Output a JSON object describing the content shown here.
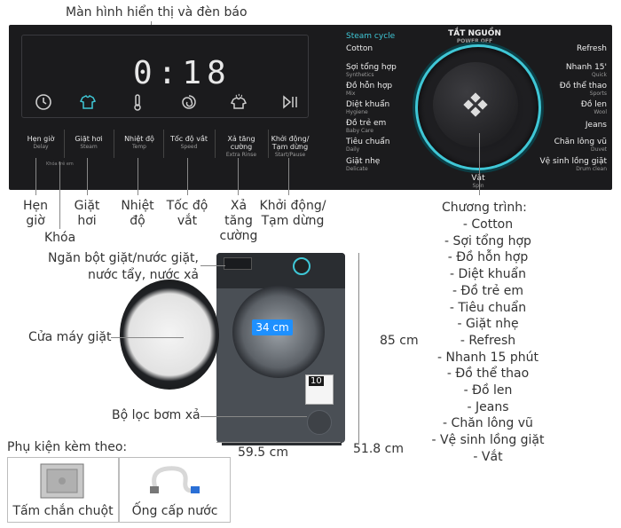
{
  "top_label": "Màn hình hiển thị và đèn báo",
  "display": {
    "time": "0:18"
  },
  "panel_buttons": [
    {
      "vi": "Hẹn giờ",
      "en": "Delay"
    },
    {
      "vi": "Giặt hơi",
      "en": "Steam"
    },
    {
      "vi": "Nhiệt độ",
      "en": "Temp"
    },
    {
      "vi": "Tốc độ vắt",
      "en": "Speed"
    },
    {
      "vi": "Xả tăng cường",
      "en": "Extra Rinse"
    },
    {
      "vi": "Khởi động/ Tạm dừng",
      "en": "Start/Pause"
    }
  ],
  "panel_small": "Khóa trẻ em",
  "dial": {
    "steam_cycle": "Steam cycle",
    "power_off_vi": "TẮT NGUỒN",
    "power_off_en": "POWER OFF",
    "left": [
      {
        "vi": "Cotton",
        "en": ""
      },
      {
        "vi": "Sợi tổng hợp",
        "en": "Synthetics"
      },
      {
        "vi": "Đồ hỗn hợp",
        "en": "Mix"
      },
      {
        "vi": "Diệt khuẩn",
        "en": "Hygiene"
      },
      {
        "vi": "Đồ trẻ em",
        "en": "Baby Care"
      },
      {
        "vi": "Tiêu chuẩn",
        "en": "Daily"
      },
      {
        "vi": "Giặt nhẹ",
        "en": "Delicate"
      }
    ],
    "right": [
      {
        "vi": "Refresh",
        "en": ""
      },
      {
        "vi": "Nhanh 15'",
        "en": "Quick"
      },
      {
        "vi": "Đồ thể thao",
        "en": "Sports"
      },
      {
        "vi": "Đồ len",
        "en": "Wool"
      },
      {
        "vi": "Jeans",
        "en": ""
      },
      {
        "vi": "Chăn lông vũ",
        "en": "Duvet"
      },
      {
        "vi": "Vệ sinh lồng giặt",
        "en": "Drum clean"
      }
    ],
    "spin_vi": "Vắt",
    "spin_en": "Spin"
  },
  "labels": {
    "hen_gio": "Hẹn giờ",
    "khoa": "Khóa",
    "giat_hoi": "Giặt hơi",
    "nhiet_do": "Nhiệt độ",
    "toc_do_vat": "Tốc độ vắt",
    "xa_tang_cuong": "Xả tăng cường",
    "khoi_dong": "Khởi động/ Tạm dừng",
    "ngan_bot_1": "Ngăn bột giặt/nước giặt,",
    "ngan_bot_2": "nước tẩy, nước xả",
    "cua_may": "Cửa máy giặt",
    "bo_loc": "Bộ lọc bơm xả",
    "energy": "10"
  },
  "programs_title": "Chương trình:",
  "programs": [
    "- Cotton",
    "- Sợi tổng hợp",
    "- Đồ hỗn hợp",
    "- Diệt khuẩn",
    "- Đồ trẻ em",
    "- Tiêu chuẩn",
    "- Giặt nhẹ",
    "- Refresh",
    "- Nhanh 15 phút",
    "- Đồ thể thao",
    "- Đồ len",
    "- Jeans",
    "- Chăn lông vũ",
    "- Vệ sinh lồng giặt",
    "- Vắt"
  ],
  "dimensions": {
    "height": "85 cm",
    "width": "59.5 cm",
    "depth": "51.8 cm",
    "drum": "34 cm"
  },
  "accessories": {
    "title": "Phụ kiện kèm theo:",
    "items": [
      "Tấm chắn chuột",
      "Ống cấp nước"
    ]
  },
  "colors": {
    "accent": "#3fc7d6",
    "drum_label": "#1e90ff",
    "panel": "#1b1b1d"
  }
}
